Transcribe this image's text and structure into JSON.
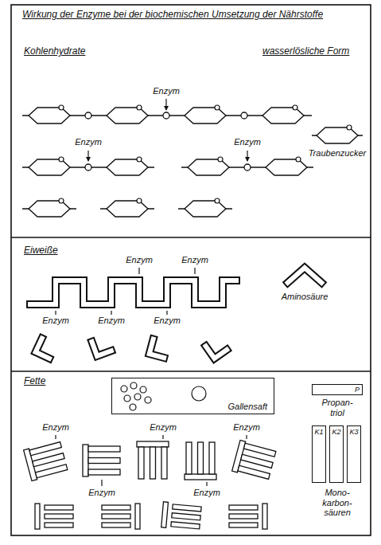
{
  "diagram": {
    "title": "Wirkung der Enzyme bei der biochemischen Umsetzung der Nährstoffe",
    "nodes": [
      {
        "text": [
          "Gallensaft"
        ]
      },
      {
        "text": [
          "P"
        ]
      },
      {
        "text": [
          "K1"
        ]
      },
      {
        "text": [
          "K2"
        ]
      },
      {
        "text": [
          "K3"
        ]
      }
    ],
    "labels": [
      "Kohlenhydrate",
      "wasserlösliche Form",
      "Enzym",
      "Enzym",
      "Enzym",
      "Traubenzucker",
      "Eiweiße",
      "Enzym",
      "Enzym",
      "Enzym",
      "Enzym",
      "Enzym",
      "Aminosäure",
      "Fette",
      "Enzym",
      "Enzym",
      "Enzym",
      "Enzym",
      "Enzym",
      "Propan- triol",
      "Mono- karbon- säuren"
    ]
  }
}
